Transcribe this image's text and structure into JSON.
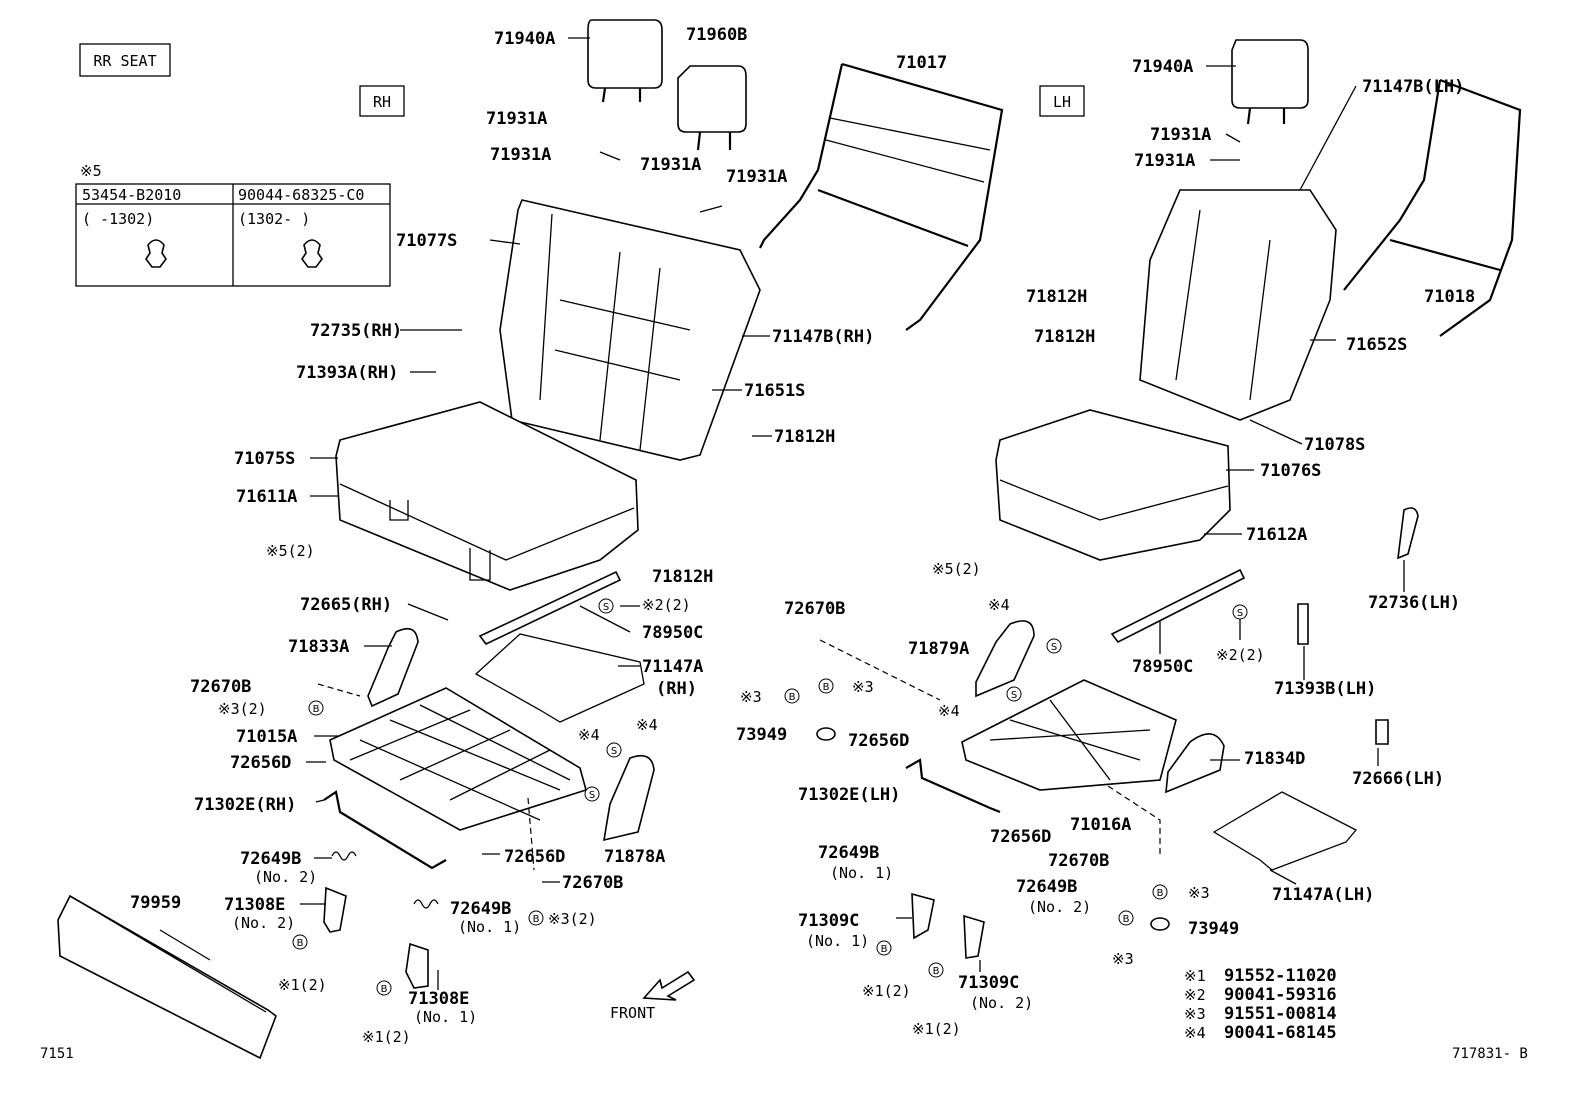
{
  "header": {
    "title": "RR SEAT",
    "side_rh": "RH",
    "side_lh": "LH"
  },
  "footnote_table": {
    "mark": "※5",
    "col1": {
      "part": "53454-B2010",
      "range": "(     -1302)"
    },
    "col2": {
      "part": "90044-68325-C0",
      "range": "(1302-     )"
    }
  },
  "labels": {
    "l71940A_rh": "71940A",
    "l71960B": "71960B",
    "l71017": "71017",
    "l71931A_1": "71931A",
    "l71931A_2": "71931A",
    "l71931A_3": "71931A",
    "l71931A_4": "71931A",
    "l71077S": "71077S",
    "l72735": "72735(RH)",
    "l71147B_rh": "71147B(RH)",
    "l71393A": "71393A(RH)",
    "l71651S": "71651S",
    "l71812H_1": "71812H",
    "l71075S": "71075S",
    "l71611A": "71611A",
    "l5_2_rh": "※5(2)",
    "l71812H_2": "71812H",
    "l72665": "72665(RH)",
    "l2_2_rh": "※2(2)",
    "l78950C_rh": "78950C",
    "l71833A": "71833A",
    "l71147A_rh": "71147A",
    "l71147A_rh_sub": "(RH)",
    "l72670B_1": "72670B",
    "l3_2_a": "※3(2)",
    "l4_a": "※4",
    "l4_b": "※4",
    "l71015A": "71015A",
    "l72656D_1": "72656D",
    "l71302E_rh": "71302E(RH)",
    "l72656D_2": "72656D",
    "l71878A": "71878A",
    "l72649B_1": "72649B",
    "l72649B_1_sub": "(No. 2)",
    "l72670B_2": "72670B",
    "l79959": "79959",
    "l71308E_1": "71308E",
    "l71308E_1_sub": "(No. 2)",
    "l72649B_2": "72649B",
    "l72649B_2_sub": "(No. 1)",
    "l3_2_b": "※3(2)",
    "l1_2_a": "※1(2)",
    "l71308E_2": "71308E",
    "l71308E_2_sub": "(No. 1)",
    "l1_2_b": "※1(2)",
    "l71940A_lh": "71940A",
    "l71147B_lh": "71147B(LH)",
    "l71931A_5": "71931A",
    "l71931A_6": "71931A",
    "l71812H_3": "71812H",
    "l71018": "71018",
    "l71812H_4": "71812H",
    "l71652S": "71652S",
    "l71078S": "71078S",
    "l71076S": "71076S",
    "l71612A": "71612A",
    "l5_2_lh": "※5(2)",
    "l72736": "72736(LH)",
    "l72670B_3": "72670B",
    "l4_c": "※4",
    "l71879A": "71879A",
    "l78950C_lh": "78950C",
    "l2_2_lh": "※2(2)",
    "l71393B": "71393B(LH)",
    "l3_c": "※3",
    "l3_d": "※3",
    "l4_d": "※4",
    "l73949_1": "73949",
    "l72656D_3": "72656D",
    "l71834D": "71834D",
    "l72666": "72666(LH)",
    "l71302E_lh": "71302E(LH)",
    "l72656D_4": "72656D",
    "l71016A": "71016A",
    "l72649B_3": "72649B",
    "l72649B_3_sub": "(No. 1)",
    "l72670B_4": "72670B",
    "l71147A_lh": "71147A(LH)",
    "l72649B_4": "72649B",
    "l72649B_4_sub": "(No. 2)",
    "l3_e": "※3",
    "l71309C_1": "71309C",
    "l71309C_1_sub": "(No. 1)",
    "l73949_2": "73949",
    "l3_f": "※3",
    "l1_2_c": "※1(2)",
    "l71309C_2": "71309C",
    "l71309C_2_sub": "(No. 2)",
    "l1_2_d": "※1(2)",
    "front": "FRONT",
    "page_left": "7151",
    "page_right": "717831- B"
  },
  "legend": [
    {
      "mark": "※1",
      "part": "91552-11020"
    },
    {
      "mark": "※2",
      "part": "90041-59316"
    },
    {
      "mark": "※3",
      "part": "91551-00814"
    },
    {
      "mark": "※4",
      "part": "90041-68145"
    }
  ],
  "callout_letters": {
    "bolt": "B",
    "screw": "S"
  }
}
